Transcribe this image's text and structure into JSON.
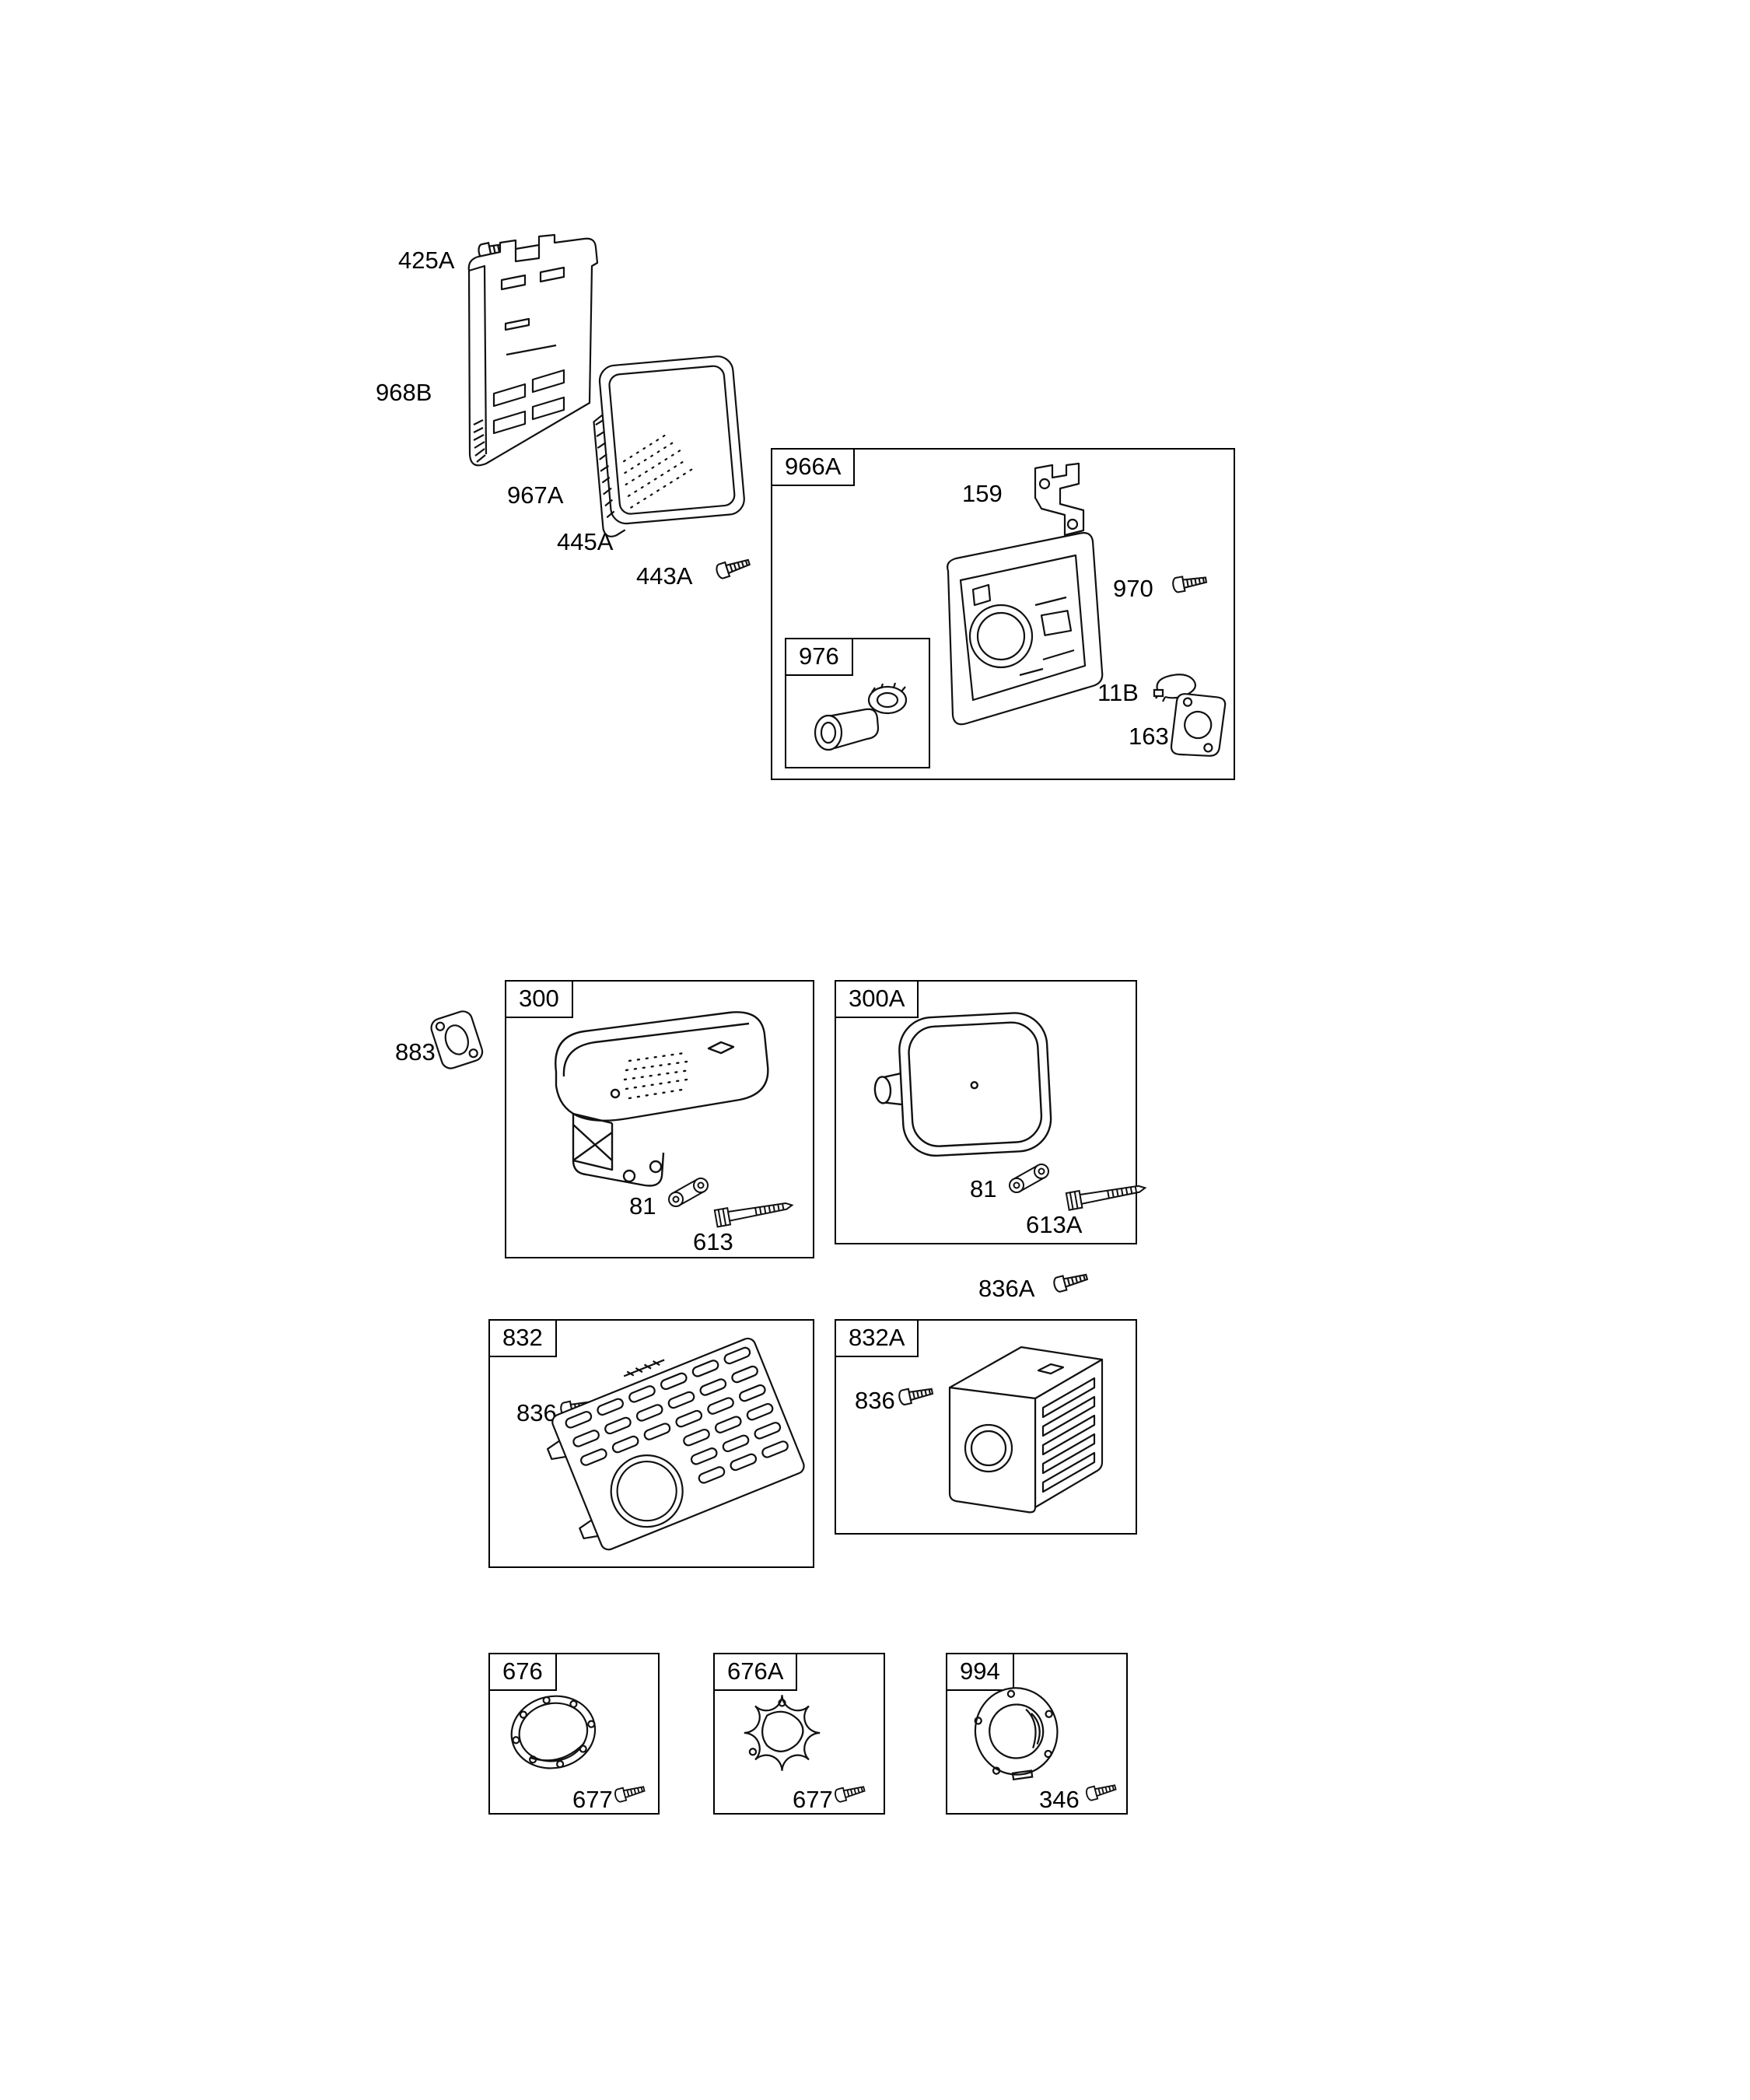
{
  "ink": "#000000",
  "air_cleaner": {
    "group_label": "966A",
    "cover_screw": "425A",
    "cover": "968B",
    "filter_element": "967A",
    "filter": "445A",
    "filter_screw": "443A",
    "bracket": "159",
    "base_screw": "970",
    "grommet_group_label": "976",
    "clamp": "11B",
    "gasket": "163"
  },
  "muffler": {
    "exhaust_gasket": "883",
    "group_300_label": "300",
    "group_300": {
      "link": "81",
      "bolt": "613"
    },
    "group_300A_label": "300A",
    "group_300A": {
      "link": "81",
      "bolt": "613A"
    },
    "guard_screw_top": "836A",
    "guard_832_label": "832",
    "guard_832_screw": "836",
    "guard_832A_label": "832A",
    "guard_832A_screw": "836"
  },
  "deflectors": {
    "group_676_label": "676",
    "group_676_screw": "677",
    "group_676A_label": "676A",
    "group_676A_screw": "677",
    "group_994_label": "994",
    "group_994_screw": "346"
  }
}
